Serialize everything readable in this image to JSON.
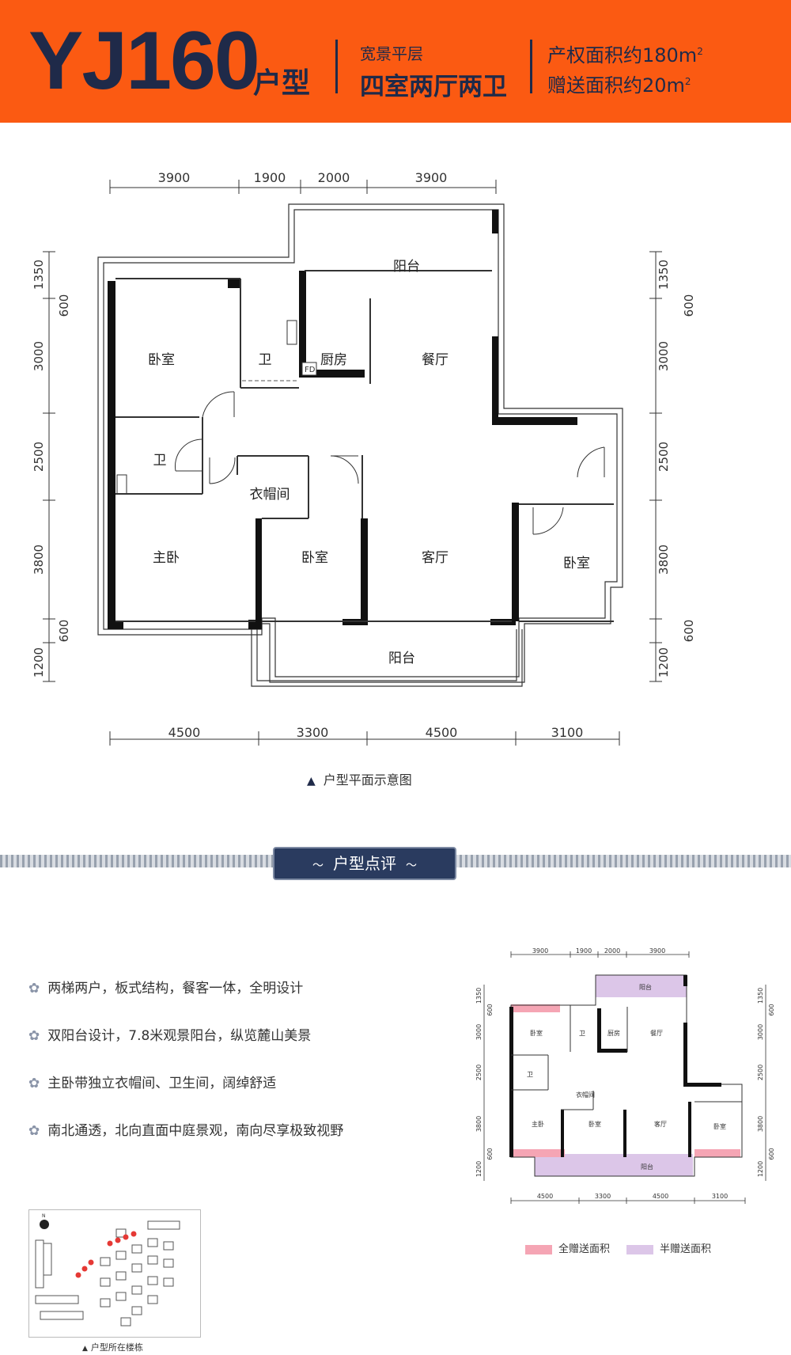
{
  "header": {
    "model": "YJ160",
    "huxing": "户型",
    "subtitle": "宽景平层",
    "layout": "四室两厅两卫",
    "area_prop_prefix": "产权面积约180m",
    "area_gift_prefix": "赠送面积约20m",
    "sup": "2"
  },
  "plan": {
    "top_dims": [
      "3900",
      "1900",
      "2000",
      "3900"
    ],
    "bottom_dims": [
      "4500",
      "3300",
      "4500",
      "3100"
    ],
    "left_dims": [
      "1350",
      "600",
      "3000",
      "2500",
      "3800",
      "600",
      "1200"
    ],
    "right_dims": [
      "1350",
      "600",
      "3000",
      "2500",
      "3800",
      "600",
      "1200"
    ],
    "rooms": {
      "balcony_n": "阳台",
      "bedroom1": "卧室",
      "bath1": "卫",
      "kitchen": "厨房",
      "dining": "餐厅",
      "bath2": "卫",
      "wardrobe": "衣帽间",
      "master": "主卧",
      "bedroom2": "卧室",
      "living": "客厅",
      "bedroom3": "卧室",
      "balcony_s": "阳台"
    },
    "fd": "FD",
    "caption": "户型平面示意图"
  },
  "review": {
    "title": "户型点评",
    "bullets": [
      "两梯两户，板式结构，餐客一体，全明设计",
      "双阳台设计，7.8米观景阳台，纵览麓山美景",
      "主卧带独立衣帽间、卫生间，阔绰舒适",
      "南北通透，北向直面中庭景观，南向尽享极致视野"
    ]
  },
  "legend": {
    "full_gift": "全赠送面积",
    "half_gift": "半赠送面积"
  },
  "colors": {
    "header_orange": "#fb5a12",
    "navy": "#1f2a49",
    "full_gift": "#f5a5b4",
    "half_gift": "#dcc6e8"
  },
  "sitemap": {
    "compass": "N",
    "caption": "户型所在楼栋"
  }
}
